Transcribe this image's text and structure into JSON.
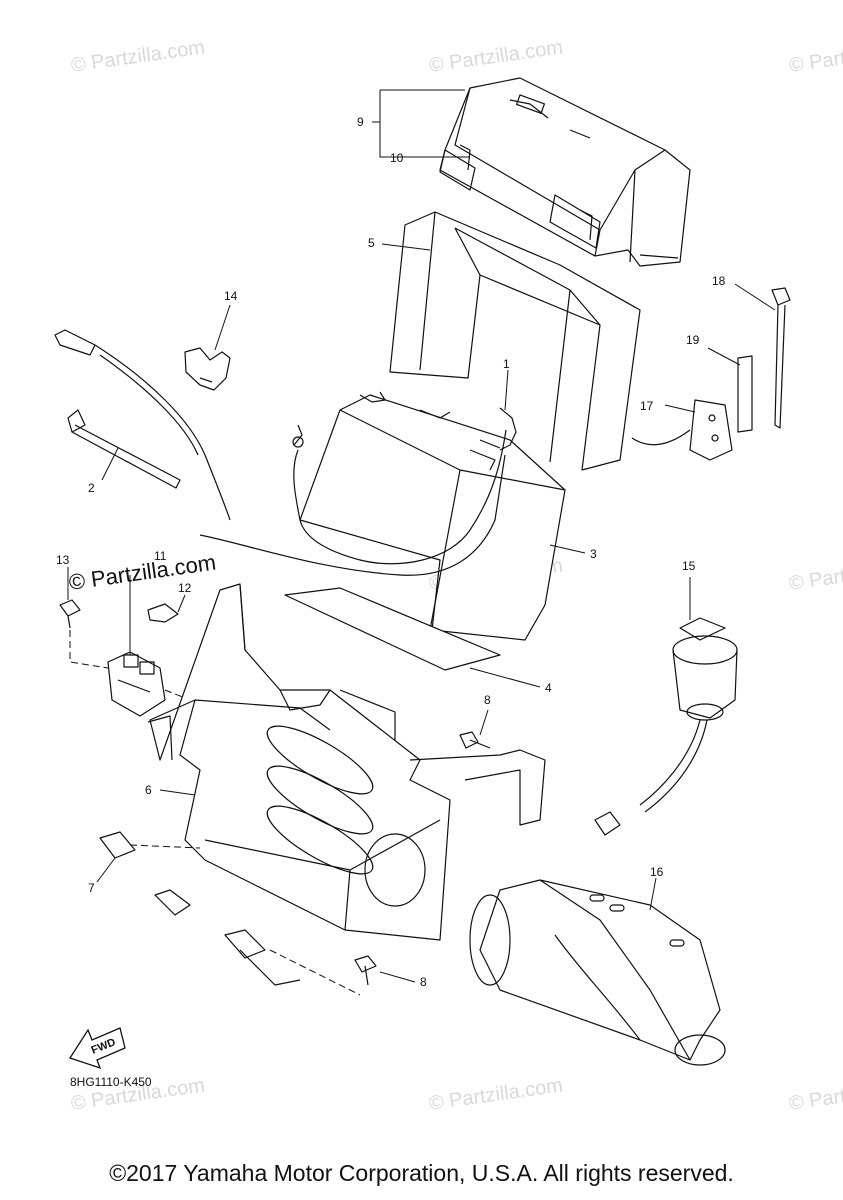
{
  "diagram": {
    "callouts": [
      {
        "id": "1",
        "label": "1"
      },
      {
        "id": "2",
        "label": "2"
      },
      {
        "id": "3",
        "label": "3"
      },
      {
        "id": "4",
        "label": "4"
      },
      {
        "id": "5",
        "label": "5"
      },
      {
        "id": "6",
        "label": "6"
      },
      {
        "id": "7",
        "label": "7"
      },
      {
        "id": "8a",
        "label": "8"
      },
      {
        "id": "8b",
        "label": "8"
      },
      {
        "id": "9",
        "label": "9"
      },
      {
        "id": "10",
        "label": "10"
      },
      {
        "id": "11",
        "label": "11"
      },
      {
        "id": "12",
        "label": "12"
      },
      {
        "id": "13",
        "label": "13"
      },
      {
        "id": "14",
        "label": "14"
      },
      {
        "id": "15",
        "label": "15"
      },
      {
        "id": "16",
        "label": "16"
      },
      {
        "id": "17",
        "label": "17"
      },
      {
        "id": "18",
        "label": "18"
      },
      {
        "id": "19",
        "label": "19"
      }
    ],
    "watermark_text": "© Partzilla.com",
    "fwd_label": "FWD",
    "diagram_code": "8HG1110-K450",
    "copyright": "©2017 Yamaha Motor Corporation, U.S.A. All rights reserved."
  }
}
